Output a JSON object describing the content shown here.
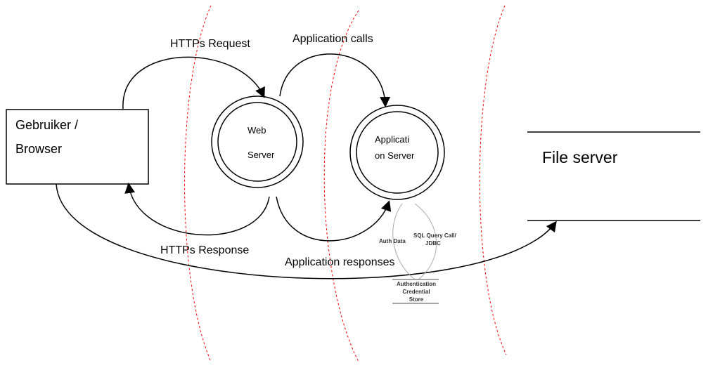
{
  "nodes": {
    "browser": {
      "line1": "Gebruiker /",
      "line2": "Browser"
    },
    "web_server": {
      "line1": "Web",
      "line2": "Server"
    },
    "app_server": {
      "line1": "Applicati",
      "line2": "on Server"
    },
    "file_server": "File server",
    "auth_store": {
      "line1": "Authentication",
      "line2": "Credential",
      "line3": "Store"
    }
  },
  "flows": {
    "https_request": "HTTPs Request",
    "https_response": "HTTPs Response",
    "app_calls": "Application calls",
    "app_responses": "Application responses",
    "auth_data": "Auth Data",
    "sql_query": "SQL Query Call/",
    "jdbc": "JDBC"
  },
  "colors": {
    "trust_boundary": "#ff0000",
    "flow": "#000000",
    "store_flow": "#aaaaaa"
  }
}
